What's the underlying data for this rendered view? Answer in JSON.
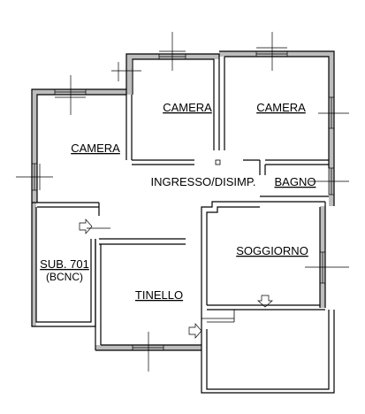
{
  "rooms": {
    "camera_top_middle": "CAMERA",
    "camera_top_right": "CAMERA",
    "camera_left": "CAMERA",
    "ingresso": "INGRESSO/DISIMP.",
    "bagno": "BAGNO",
    "soggiorno": "SOGGIORNO",
    "sub_title": "SUB. 701",
    "sub_subtitle": "(BCNC)",
    "tinello": "TINELLO"
  },
  "colors": {
    "wall_hatch": "#bdbdbd",
    "line": "#000000"
  },
  "icons": [
    "entrance-arrow-icon"
  ]
}
